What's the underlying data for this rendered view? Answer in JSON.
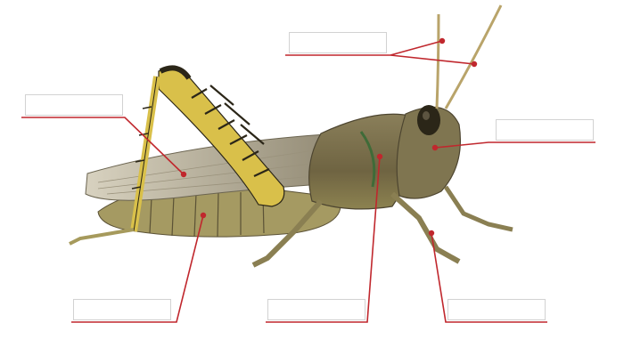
{
  "diagram": {
    "subject": "grasshopper-side-view",
    "line_color": "#c0272d",
    "body_color": "#7a6f4c",
    "leg_color": "#d9c04a",
    "label_boxes": [
      {
        "id": "antenna",
        "text": ""
      },
      {
        "id": "hind-leg",
        "text": ""
      },
      {
        "id": "eye",
        "text": ""
      },
      {
        "id": "abdomen",
        "text": ""
      },
      {
        "id": "thorax",
        "text": ""
      },
      {
        "id": "foreleg",
        "text": ""
      }
    ]
  }
}
